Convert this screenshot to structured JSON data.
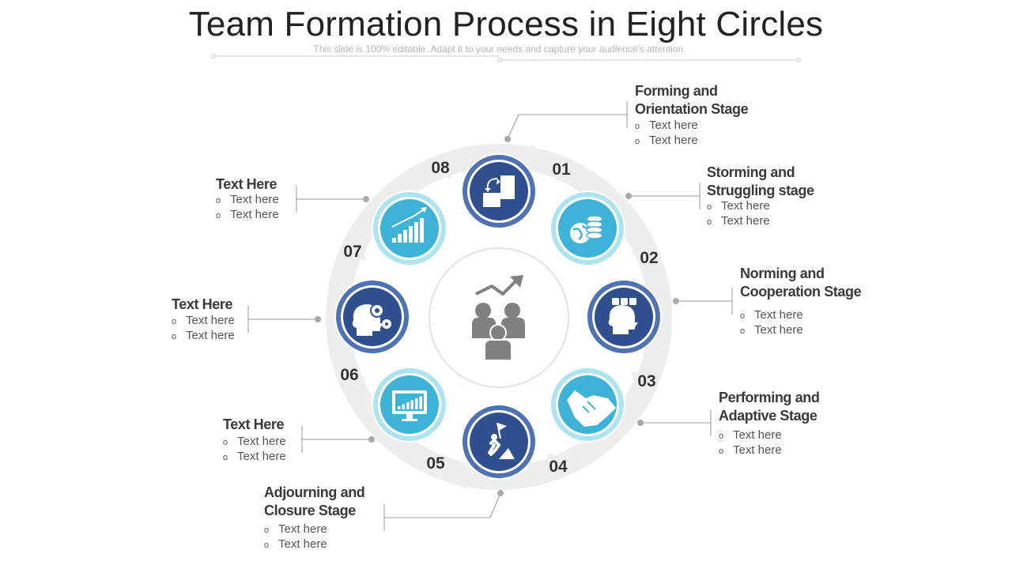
{
  "title": "Team Formation Process in Eight Circles",
  "subtitle": "This slide is 100% editable. Adapt it to your needs and capture your audience's attention.",
  "colors": {
    "dark_blue": "#2f4f8f",
    "light_blue": "#3fb3d7",
    "ring_gray": "#eeeeee",
    "icon_gray": "#7a7a7a"
  },
  "center_icon": "team-growth-icon",
  "steps": [
    {
      "number": "01",
      "icon": "coins-globe-icon"
    },
    {
      "number": "02",
      "icon": "head-money-icon"
    },
    {
      "number": "03",
      "icon": "handshake-icon"
    },
    {
      "number": "04",
      "icon": "flag-climb-icon"
    },
    {
      "number": "05",
      "icon": "monitor-chart-icon"
    },
    {
      "number": "06",
      "icon": "head-gears-icon"
    },
    {
      "number": "07",
      "icon": "growth-bars-icon"
    },
    {
      "number": "08",
      "icon": "swap-boxes-icon"
    }
  ],
  "labels": [
    {
      "title": [
        "Forming and",
        "Orientation Stage"
      ],
      "bullets": [
        "Text here",
        "Text here"
      ]
    },
    {
      "title": [
        "Storming and",
        "Struggling stage"
      ],
      "bullets": [
        "Text here",
        "Text here"
      ]
    },
    {
      "title": [
        "Norming and",
        "Cooperation Stage"
      ],
      "bullets": [
        "Text here",
        "Text here"
      ]
    },
    {
      "title": [
        "Performing and",
        "Adaptive Stage"
      ],
      "bullets": [
        "Text here",
        "Text here"
      ]
    },
    {
      "title": [
        "Adjourning and",
        "Closure Stage"
      ],
      "bullets": [
        "Text here",
        "Text here"
      ]
    },
    {
      "title": [
        "Text Here"
      ],
      "bullets": [
        "Text here",
        "Text here"
      ]
    },
    {
      "title": [
        "Text Here"
      ],
      "bullets": [
        "Text here",
        "Text here"
      ]
    },
    {
      "title": [
        "Text Here"
      ],
      "bullets": [
        "Text here",
        "Text here"
      ]
    }
  ]
}
